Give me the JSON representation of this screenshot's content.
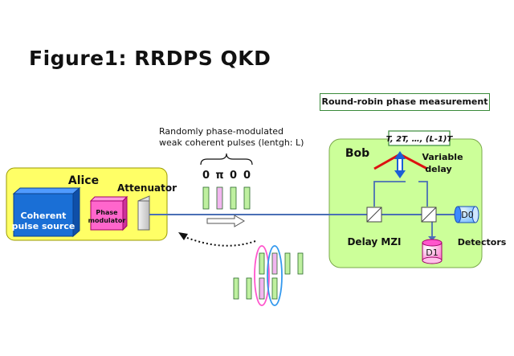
{
  "title": "Figure1: RRDPS QKD",
  "measurement_box": "Round-robin phase measurement",
  "pulses_caption": {
    "line1": "Randomly phase-modulated",
    "line2": "weak coherent pulses  (lentgh: L)"
  },
  "phase_symbols": [
    "0",
    "π",
    "0",
    "0"
  ],
  "alice": {
    "label": "Alice",
    "source_label_1": "Coherent",
    "source_label_2": "pulse source",
    "modulator_label_1": "Phase",
    "modulator_label_2": "modulator",
    "attenuator_label": "Attenuator"
  },
  "bob": {
    "label": "Bob",
    "delay_values": "T, 2T, …, (L-1)T",
    "variable_delay_1": "Variable",
    "variable_delay_2": "delay",
    "mzi_label": "Delay MZI",
    "detector_0": "D0",
    "detector_1": "D1",
    "detectors_label": "Detectors"
  },
  "colors": {
    "alice_bg": "#ffff66",
    "bob_bg": "#ccff99",
    "source_blue": "#1a6fd6",
    "modulator_pink": "#ff66cc",
    "pulse_green": "#bff0a0",
    "pulse_pink": "#f2b6f0",
    "fiber": "#4a6fb5",
    "ellipse_pink": "#ff55cc",
    "ellipse_blue": "#3399ee",
    "delay_red": "#dd1111",
    "delay_arrow_blue": "#1a5fd6"
  }
}
